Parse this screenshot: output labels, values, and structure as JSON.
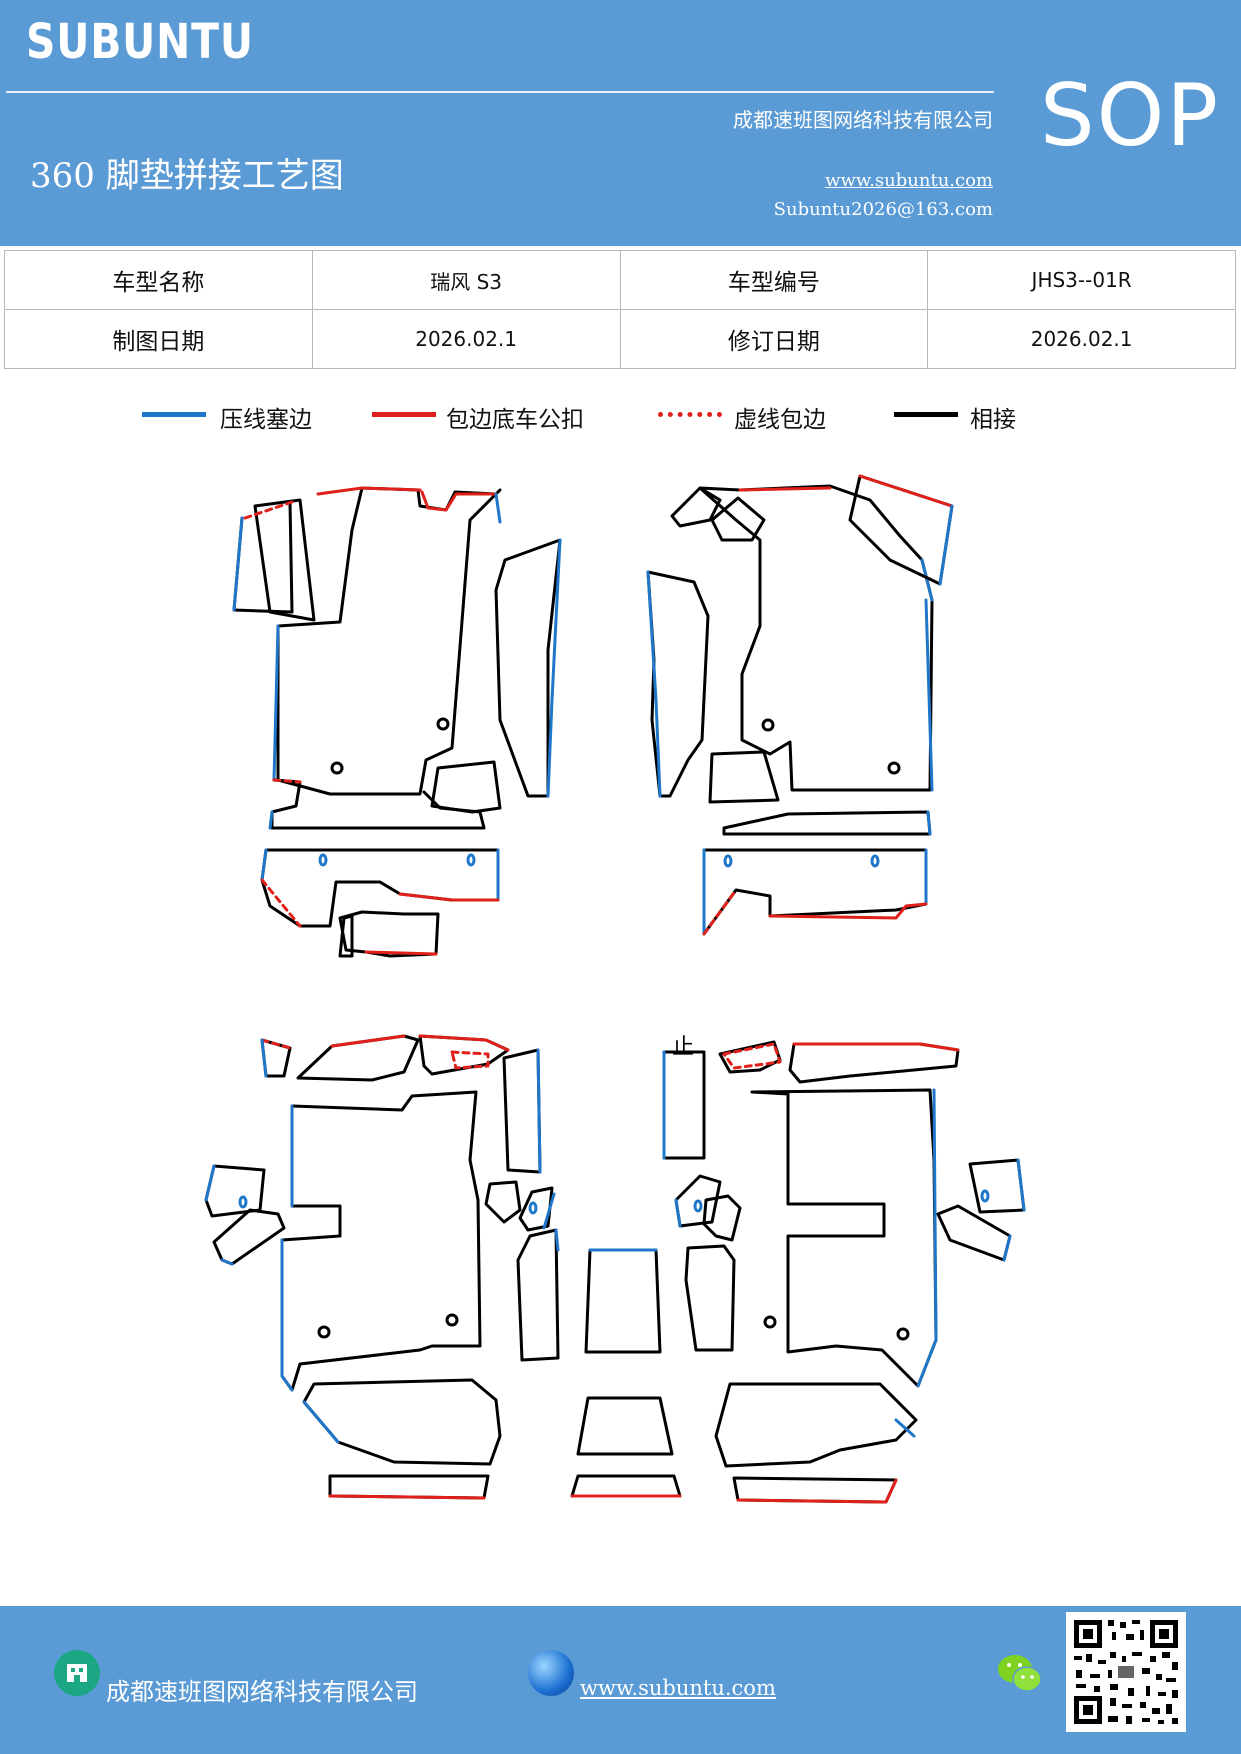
{
  "header": {
    "brand": "SUBUNTU",
    "doc_type": "SOP",
    "company": "成都速班图网络科技有限公司",
    "title": "360 脚垫拼接工艺图",
    "website": "www.subuntu.com",
    "email": "Subuntu2026@163.com"
  },
  "info": {
    "model_name_label": "车型名称",
    "model_name": "瑞风 S3",
    "model_no_label": "车型编号",
    "model_no": "JHS3--01R",
    "draw_date_label": "制图日期",
    "draw_date": "2026.02.1",
    "rev_date_label": "修订日期",
    "rev_date": "2026.02.1"
  },
  "legend": [
    {
      "label": "压线塞边",
      "color": "#1f77c9",
      "style": "solid"
    },
    {
      "label": "包边底车公扣",
      "color": "#e0201b",
      "style": "solid"
    },
    {
      "label": "虚线包边",
      "color": "#e0201b",
      "style": "dotted"
    },
    {
      "label": "相接",
      "color": "#000000",
      "style": "solid"
    }
  ],
  "diagram": {
    "annotation": "止"
  },
  "footer": {
    "company": "成都速班图网络科技有限公司",
    "website": "www.subuntu.com",
    "icons": [
      "building-icon",
      "globe-icon",
      "wechat-icon",
      "qr-code"
    ]
  }
}
